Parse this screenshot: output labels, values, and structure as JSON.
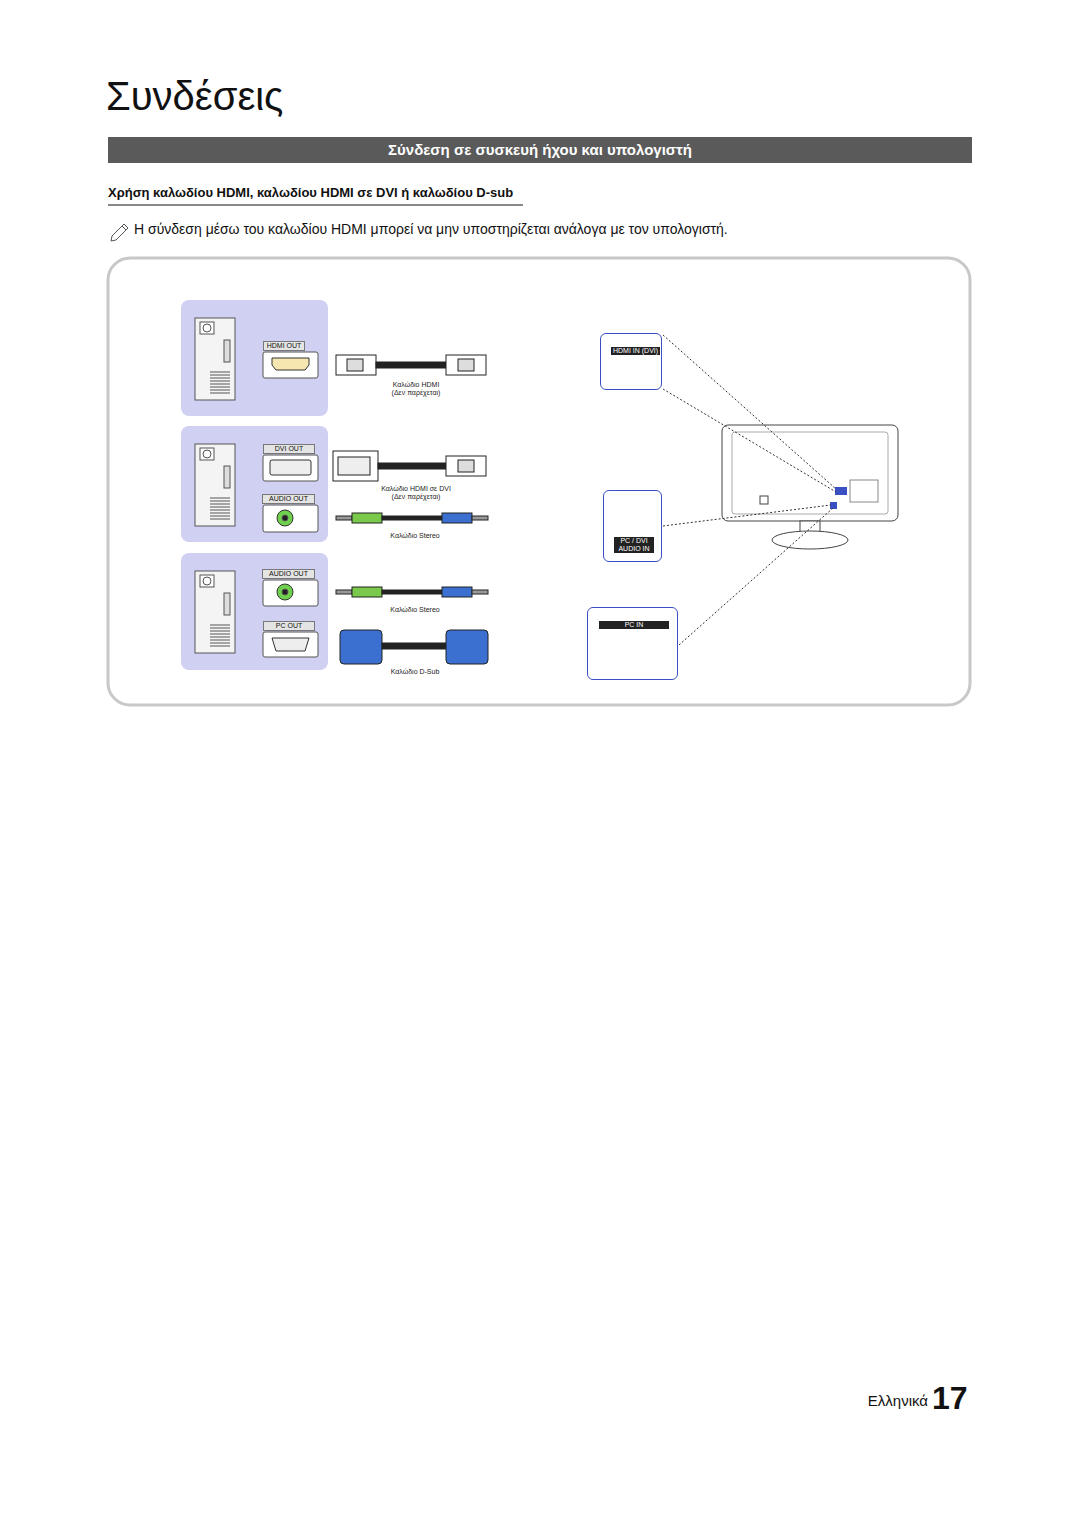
{
  "diagram": {
    "title": "Συνδέσεις",
    "nodes": [
      {
        "text": [
          "HDMI OUT"
        ]
      },
      {
        "text": [
          "DVI OUT"
        ]
      },
      {
        "text": [
          "AUDIO OUT"
        ]
      },
      {
        "text": [
          "AUDIO OUT"
        ]
      },
      {
        "text": [
          "PC OUT"
        ]
      },
      {
        "text": [
          "HDMI IN (DVI)"
        ]
      },
      {
        "text": [
          "PC / DVI AUDIO IN"
        ]
      },
      {
        "text": [
          "PC IN"
        ]
      }
    ],
    "edges": [
      {
        "from": 0,
        "to": 5,
        "arrow": "to",
        "label": "Καλώδιο HDMI (Δεν παρέχεται)"
      },
      {
        "from": 1,
        "to": 5,
        "arrow": "to",
        "label": "Καλώδιο HDMI σε DVI (Δεν παρέχεται)"
      },
      {
        "from": 2,
        "to": 6,
        "arrow": "to",
        "label": "Καλώδιο Stereo"
      },
      {
        "from": 3,
        "to": 6,
        "arrow": "to",
        "label": "Καλώδιο Stereo"
      },
      {
        "from": 4,
        "to": 7,
        "arrow": "to",
        "label": "Καλώδιο D-Sub"
      }
    ],
    "labels": [
      "Σύνδεση σε συσκευή ήχου και υπολογιστή",
      "Χρήση καλωδίου HDMI, καλωδίου HDMI σε DVI ή καλωδίου D-sub",
      "Η σύνδεση μέσω του καλωδίου HDMI μπορεί να μην υποστηρίζεται ανάλογα με τον υπολογιστή.",
      "Ελληνικά",
      "17"
    ]
  }
}
